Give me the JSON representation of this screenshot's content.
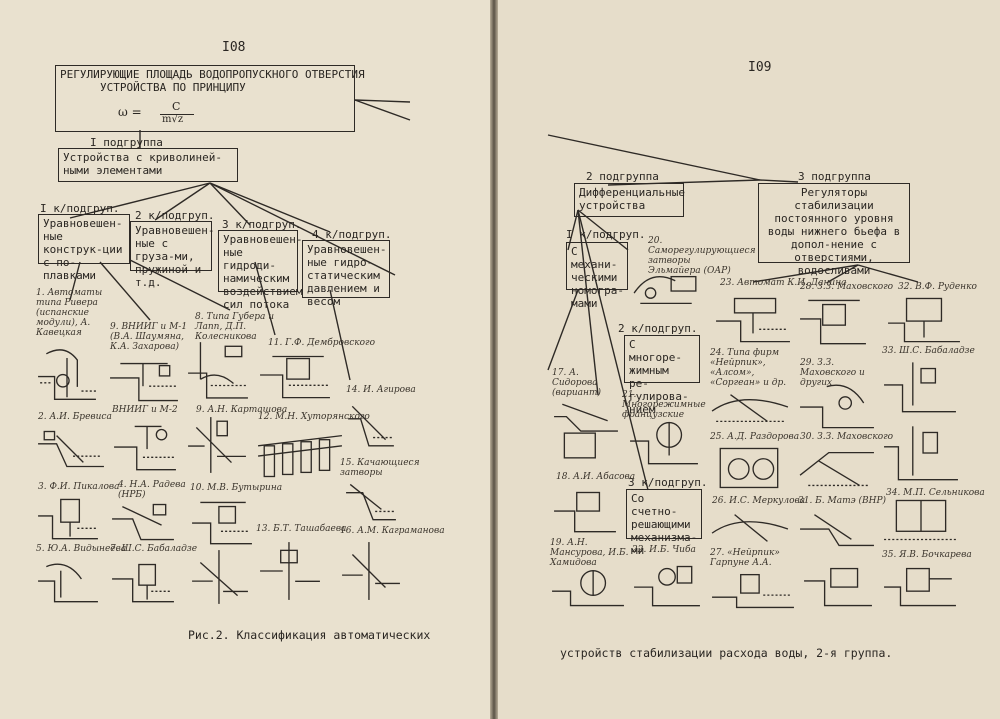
{
  "left_page": {
    "page_number": "I08",
    "title_box": {
      "line1": "РЕГУЛИРУЮЩИЕ ПЛОЩАДЬ ВОДОПРОПУСКНОГО ОТВЕРСТИЯ",
      "line2": "УСТРОЙСТВА ПО ПРИНЦИПУ",
      "formula_lhs": "ω =",
      "formula_num": "C",
      "formula_den": "m√z"
    },
    "group1": {
      "label": "I подгруппа",
      "box": "Устройства с криволиней-ными элементами"
    },
    "subgroups": [
      {
        "label": "I к/подгруп.",
        "box": "Уравновешен-ные конструк-ции с по-плавками"
      },
      {
        "label": "2 к/подгруп.",
        "box": "Уравновешен-ные с груза-ми, пружиной и т.д."
      },
      {
        "label": "3 к/подгруп.",
        "box": "Уравновешен-ные гидроди-намическим воздействием сил потока"
      },
      {
        "label": "4 к/подгруп.",
        "box": "Уравновешен-ные гидро-статическим давлением и весом"
      }
    ],
    "items": [
      "1. Автоматы типа Ривера (испанские модули), А. Кавецкая",
      "9. ВНИИГ и М-1 (В.А. Шаумяна, К.А. Захарова)",
      "8. Типа Губера и Лапп, Д.П. Колесникова",
      "11. Г.Ф. Дембровского",
      "2. А.И. Бревиса",
      "ВНИИГ и М-2",
      "9. А.Н. Карташова",
      "12. М.Н. Хуторянского",
      "14. И. Агирова",
      "3. Ф.И. Пикалова",
      "4. Н.А. Радева (НРБ)",
      "10. М.В. Бутырина",
      "15. Качающиеся затворы",
      "5. Ю.А. Видынеева",
      "7. Ш.С. Бабаладзе",
      "13. Б.Т. Ташабаева",
      "16. А.М. Каграманова"
    ],
    "caption": "Рис.2. Классификация автоматических"
  },
  "right_page": {
    "page_number": "I09",
    "subgroup2": {
      "label": "2 подгруппа",
      "box": "Дифференциальные устройства"
    },
    "subgroup3": {
      "label": "3 подгруппа",
      "box": "Регуляторы стабилизации постоянного уровня воды нижнего бьефа в допол-нение с отверстиями, водосливами"
    },
    "k_subgroups": [
      {
        "label": "I к/подгруп.",
        "box": "С механи-ческими номогра-мами"
      },
      {
        "label": "2 к/подгруп.",
        "box": "С многоре-жимным ре-гулирова-нием"
      },
      {
        "label": "3 к/подгруп.",
        "box": "Со счетно-решающими механизма-ми"
      }
    ],
    "items": [
      "20. Саморегулирующиеся затворы Эльмайера (ОАР)",
      "23. Автомат К.И. Данина",
      "28. З.З. Маховского",
      "32. В.Ф. Руденко",
      "24. Типа фирм «Нейрпик», «Алсом», «Соргеан» и др.",
      "33. Ш.С. Бабаладзе",
      "17. А. Сидорова (вариант)",
      "21. Многорежимные французские",
      "29. З.З. Маховского и других",
      "18. А.И. Абасова",
      "25. А.Д. Раздорова",
      "30. З.З. Маховского",
      "26. И.С. Меркулова",
      "31. Б. Матэ (ВНР)",
      "34. М.П. Сельникова",
      "19. А.Н. Мансурова, И.Б. Хамидова",
      "22. И.Б. Чиба",
      "27. «Нейрпик» Гарпуне А.А.",
      "35. Я.В. Бочкарева"
    ],
    "caption": "устройств стабилизации расхода воды, 2-я группа."
  }
}
